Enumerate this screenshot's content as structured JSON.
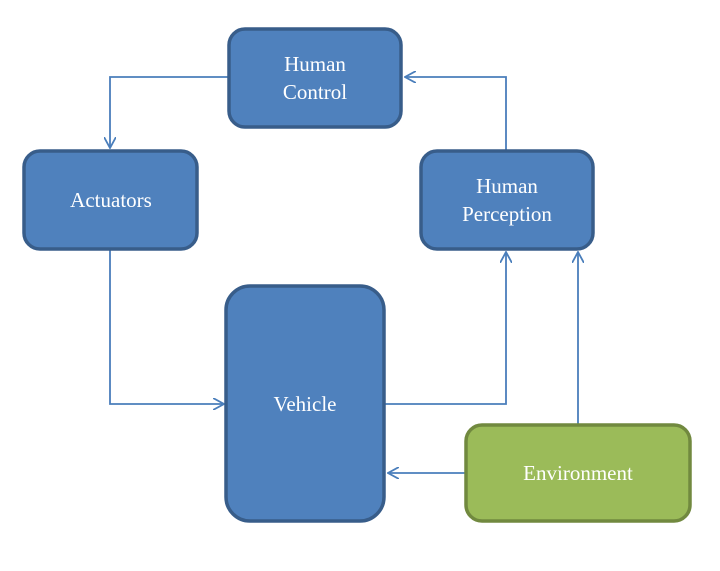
{
  "diagram": {
    "nodes": {
      "human_control": {
        "lines": [
          "Human",
          "Control"
        ],
        "color": "#4F81BD"
      },
      "actuators": {
        "lines": [
          "Actuators"
        ],
        "color": "#4F81BD"
      },
      "human_perception": {
        "lines": [
          "Human",
          "Perception"
        ],
        "color": "#4F81BD"
      },
      "vehicle": {
        "lines": [
          "Vehicle"
        ],
        "color": "#4F81BD"
      },
      "environment": {
        "lines": [
          "Environment"
        ],
        "color": "#9BBB59"
      }
    },
    "border_colors": {
      "blue": "#385D8A",
      "green": "#71893F"
    },
    "connector_color": "#4A7EBB"
  }
}
